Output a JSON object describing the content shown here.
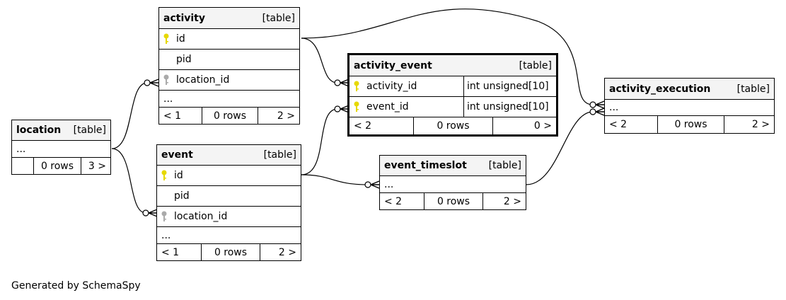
{
  "colors": {
    "primary_key": "#e6d800",
    "foreign_key": "#aaaaaa",
    "header_bg": "#f4f4f4"
  },
  "tables": {
    "activity": {
      "name": "activity",
      "tag": "[table]",
      "columns": [
        {
          "name": "id",
          "icon": "primary-key-icon"
        },
        {
          "name": "pid",
          "icon": ""
        },
        {
          "name": "location_id",
          "icon": "foreign-key-icon"
        }
      ],
      "ellipsis": "...",
      "footer": {
        "left": "< 1",
        "mid": "0 rows",
        "right": "2 >"
      }
    },
    "location": {
      "name": "location",
      "tag": "[table]",
      "ellipsis": "...",
      "footer": {
        "left": "",
        "mid": "0 rows",
        "right": "3 >"
      }
    },
    "event": {
      "name": "event",
      "tag": "[table]",
      "columns": [
        {
          "name": "id",
          "icon": "primary-key-icon"
        },
        {
          "name": "pid",
          "icon": ""
        },
        {
          "name": "location_id",
          "icon": "foreign-key-icon"
        }
      ],
      "ellipsis": "...",
      "footer": {
        "left": "< 1",
        "mid": "0 rows",
        "right": "2 >"
      }
    },
    "activity_event": {
      "name": "activity_event",
      "tag": "[table]",
      "columns": [
        {
          "name": "activity_id",
          "type": "int unsigned[10]",
          "icon": "primary-key-icon"
        },
        {
          "name": "event_id",
          "type": "int unsigned[10]",
          "icon": "primary-key-icon"
        }
      ],
      "footer": {
        "left": "< 2",
        "mid": "0 rows",
        "right": "0 >"
      }
    },
    "event_timeslot": {
      "name": "event_timeslot",
      "tag": "[table]",
      "ellipsis": "...",
      "footer": {
        "left": "< 2",
        "mid": "0 rows",
        "right": "2 >"
      }
    },
    "activity_execution": {
      "name": "activity_execution",
      "tag": "[table]",
      "ellipsis": "...",
      "footer": {
        "left": "< 2",
        "mid": "0 rows",
        "right": "2 >"
      }
    }
  },
  "footer_text": "Generated by SchemaSpy"
}
